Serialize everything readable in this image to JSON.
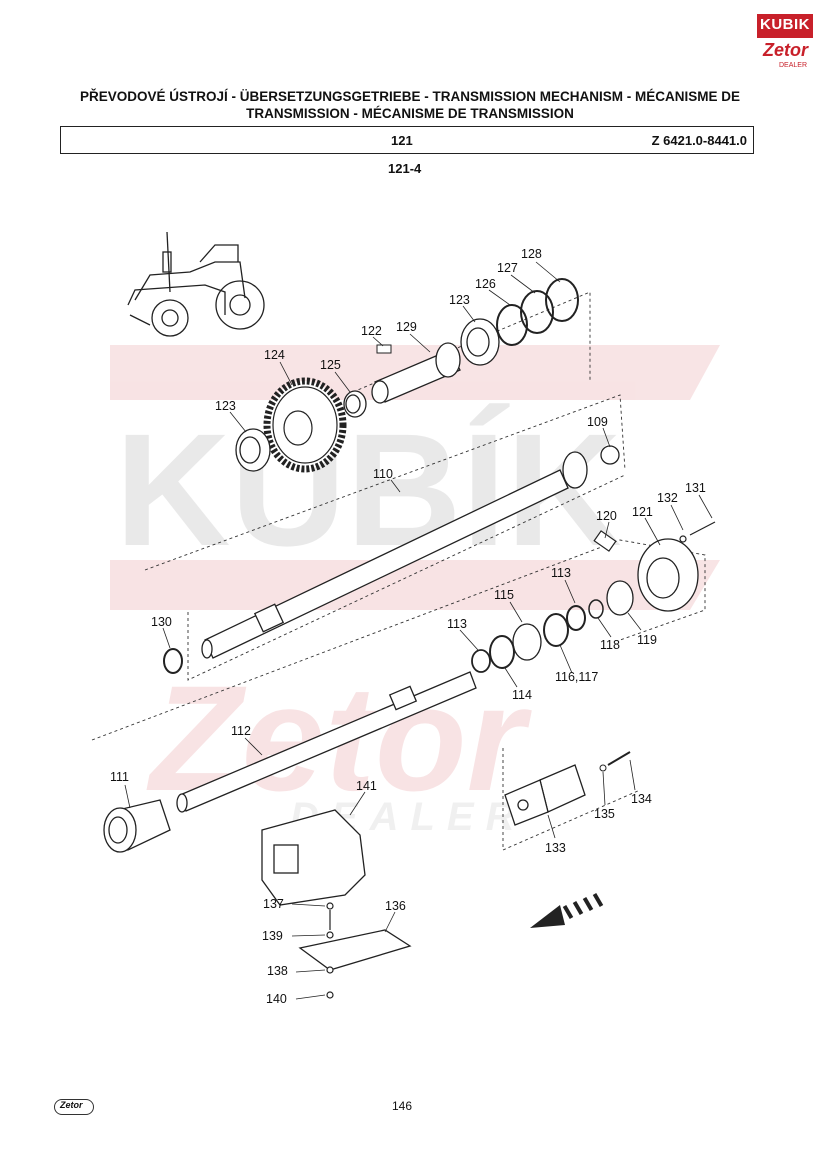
{
  "brand": {
    "logo_text": "KUBIK",
    "logo_sub": "Zetor",
    "logo_dealer": "DEALER"
  },
  "header": {
    "title_line1": "PŘEVODOVÉ ÚSTROJÍ - ÜBERSETZUNGSGETRIEBE - TRANSMISSION MECHANISM - MÉCANISME DE",
    "title_line2": "TRANSMISSION - MÉCANISME DE TRANSMISSION",
    "group_code": "121",
    "model_range": "Z 6421.0-8441.0",
    "subgroup": "121-4"
  },
  "watermark": {
    "line1": "KUBÍK",
    "line2": "Zetor",
    "line3": "DEALER"
  },
  "parts": {
    "p128": "128",
    "p127": "127",
    "p126": "126",
    "p123a": "123",
    "p122": "122",
    "p129": "129",
    "p124": "124",
    "p125": "125",
    "p123b": "123",
    "p109": "109",
    "p110": "110",
    "p131": "131",
    "p132": "132",
    "p121": "121",
    "p120": "120",
    "p113a": "113",
    "p115": "115",
    "p130": "130",
    "p113b": "113",
    "p118": "118",
    "p119": "119",
    "p114": "114",
    "p116": "116,117",
    "p112": "112",
    "p111": "111",
    "p141": "141",
    "p134": "134",
    "p135": "135",
    "p133": "133",
    "p137": "137",
    "p136": "136",
    "p139": "139",
    "p138": "138",
    "p140": "140"
  },
  "footer": {
    "page_number": "146",
    "logo": "Zetor"
  }
}
